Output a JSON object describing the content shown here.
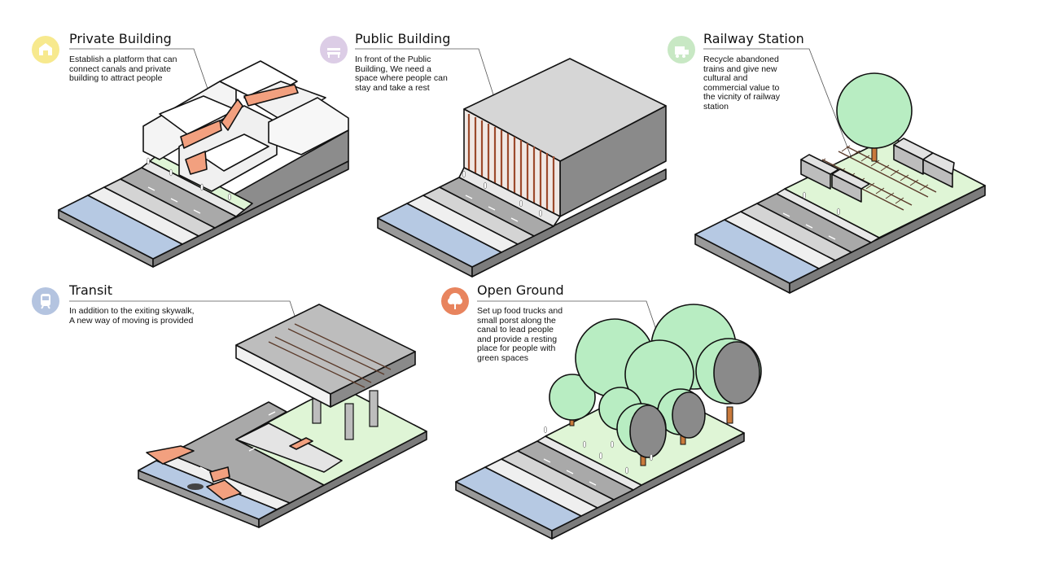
{
  "panels": {
    "private": {
      "title": "Private Building",
      "desc": "Establish a platform that can\nconnect canals and private\nbuilding to attract people",
      "icon": "house-icon",
      "icon_color": "#f7e98e"
    },
    "public": {
      "title": "Public Building",
      "desc": "In front of the Public\nBuilding, We need a\nspace where people can\nstay and take a rest",
      "icon": "bench-icon",
      "icon_color": "#dccde6"
    },
    "railway": {
      "title": "Railway Station",
      "desc": "Recycle abandoned\ntrains and give new\ncultural and\ncommercial value to\nthe vicnity of railway\nstation",
      "icon": "train-icon",
      "icon_color": "#c8e8c4"
    },
    "transit": {
      "title": "Transit",
      "desc": "In addition to the exiting skywalk,\nA new way of moving is provided",
      "icon": "metro-icon",
      "icon_color": "#b4c4e0"
    },
    "open": {
      "title": "Open Ground",
      "desc": "Set up food trucks and\nsmall porst along the\ncanal to lead people\nand provide a resting\nplace for people with\ngreen spaces",
      "icon": "tree-icon",
      "icon_color": "#e8845e"
    }
  },
  "colors": {
    "water": "#b6c9e3",
    "grass": "#dff5d6",
    "tree": "#b8edc2",
    "accent": "#f2a07f",
    "side": "#8f8f8f",
    "top": "#e6e6e6"
  }
}
